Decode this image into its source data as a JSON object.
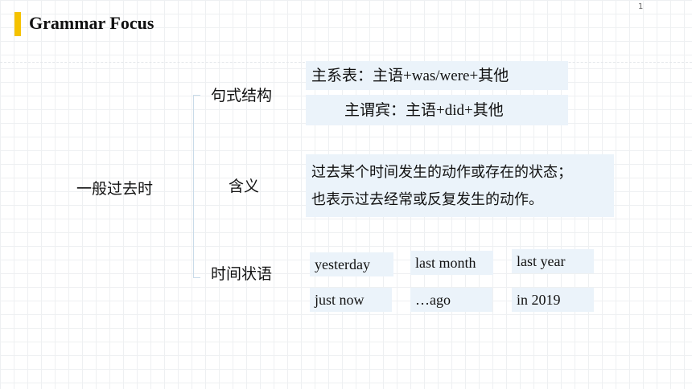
{
  "slide": {
    "title": "Grammar Focus",
    "page_number": "1",
    "accent_color": "#f5c200"
  },
  "mindmap": {
    "topic": "一般过去时",
    "structure": {
      "label": "句式结构",
      "rule_1": {
        "zh_a": "主系表：主语",
        "en": "+was/were+",
        "zh_b": "其他"
      },
      "rule_2": {
        "zh_a": "主谓宾：主语",
        "en": "+did+",
        "zh_b": "其他"
      }
    },
    "meaning": {
      "label": "含义",
      "line_1": "过去某个时间发生的动作或存在的状态；",
      "line_2": "也表示过去经常或反复发生的动作。"
    },
    "adverbials": {
      "label": "时间状语",
      "items": [
        "yesterday",
        "last month",
        "last year",
        "just now",
        "…ago",
        "in 2019"
      ]
    }
  }
}
